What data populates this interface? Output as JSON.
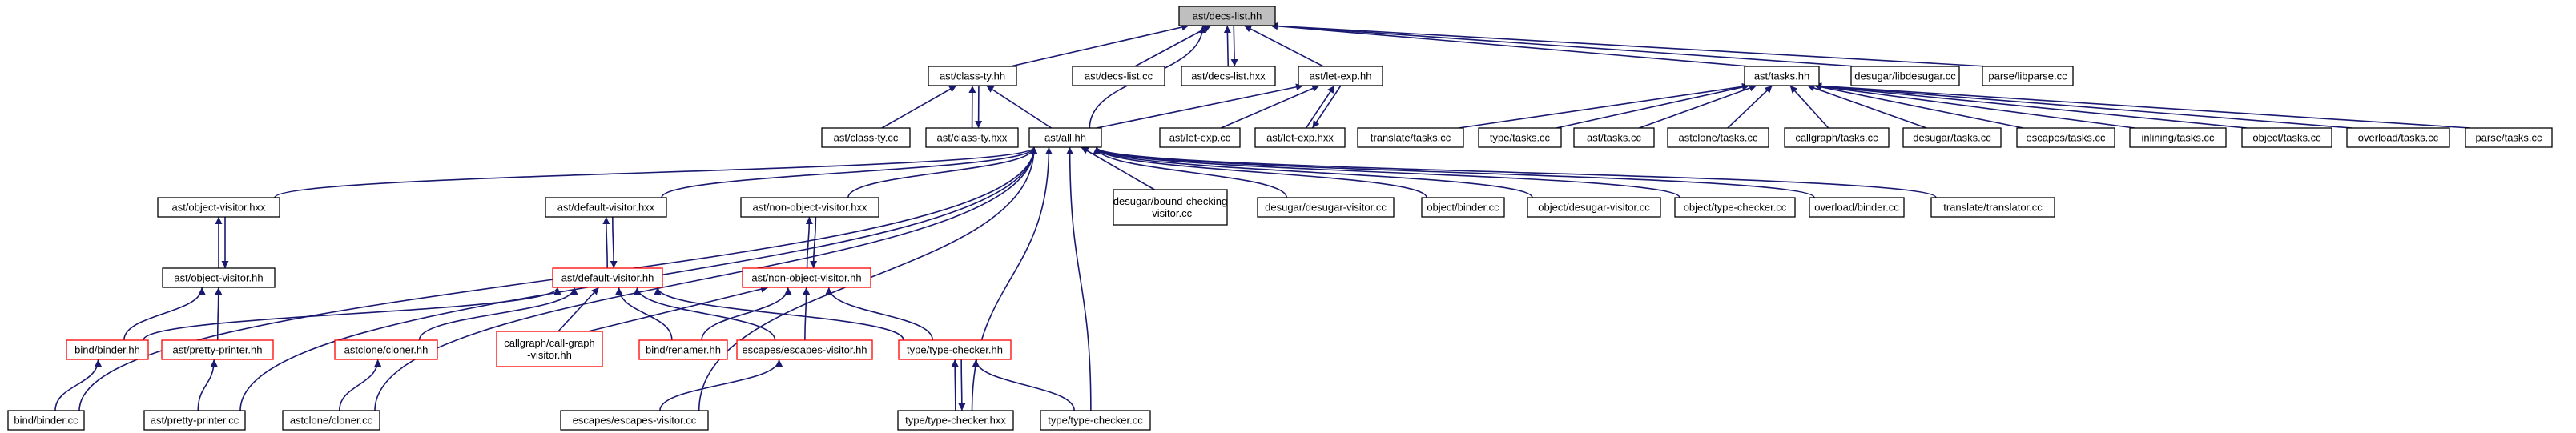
{
  "graph": {
    "current": "ast/decs-list.hh",
    "nodes": [
      {
        "id": "decs_list_hh",
        "label": [
          "ast/decs-list.hh"
        ],
        "current": true
      },
      {
        "id": "class_ty_hh",
        "label": [
          "ast/class-ty.hh"
        ]
      },
      {
        "id": "decs_list_cc",
        "label": [
          "ast/decs-list.cc"
        ]
      },
      {
        "id": "decs_list_hxx",
        "label": [
          "ast/decs-list.hxx"
        ]
      },
      {
        "id": "let_exp_hh",
        "label": [
          "ast/let-exp.hh"
        ]
      },
      {
        "id": "tasks_hh",
        "label": [
          "ast/tasks.hh"
        ]
      },
      {
        "id": "libdesugar_cc",
        "label": [
          "desugar/libdesugar.cc"
        ]
      },
      {
        "id": "libparse_cc",
        "label": [
          "parse/libparse.cc"
        ]
      },
      {
        "id": "class_ty_cc",
        "label": [
          "ast/class-ty.cc"
        ]
      },
      {
        "id": "class_ty_hxx",
        "label": [
          "ast/class-ty.hxx"
        ]
      },
      {
        "id": "all_hh",
        "label": [
          "ast/all.hh"
        ]
      },
      {
        "id": "let_exp_cc",
        "label": [
          "ast/let-exp.cc"
        ]
      },
      {
        "id": "let_exp_hxx",
        "label": [
          "ast/let-exp.hxx"
        ]
      },
      {
        "id": "translate_tasks_cc",
        "label": [
          "translate/tasks.cc"
        ]
      },
      {
        "id": "type_tasks_cc",
        "label": [
          "type/tasks.cc"
        ]
      },
      {
        "id": "ast_tasks_cc",
        "label": [
          "ast/tasks.cc"
        ]
      },
      {
        "id": "astclone_tasks_cc",
        "label": [
          "astclone/tasks.cc"
        ]
      },
      {
        "id": "callgraph_tasks_cc",
        "label": [
          "callgraph/tasks.cc"
        ]
      },
      {
        "id": "desugar_tasks_cc",
        "label": [
          "desugar/tasks.cc"
        ]
      },
      {
        "id": "escapes_tasks_cc",
        "label": [
          "escapes/tasks.cc"
        ]
      },
      {
        "id": "inlining_tasks_cc",
        "label": [
          "inlining/tasks.cc"
        ]
      },
      {
        "id": "object_tasks_cc",
        "label": [
          "object/tasks.cc"
        ]
      },
      {
        "id": "overload_tasks_cc",
        "label": [
          "overload/tasks.cc"
        ]
      },
      {
        "id": "parse_tasks_cc",
        "label": [
          "parse/tasks.cc"
        ]
      },
      {
        "id": "object_visitor_hxx",
        "label": [
          "ast/object-visitor.hxx"
        ]
      },
      {
        "id": "default_visitor_hxx",
        "label": [
          "ast/default-visitor.hxx"
        ]
      },
      {
        "id": "non_object_visitor_hxx",
        "label": [
          "ast/non-object-visitor.hxx"
        ]
      },
      {
        "id": "bound_checking_cc",
        "label": [
          "desugar/bound-checking",
          "-visitor.cc"
        ]
      },
      {
        "id": "desugar_visitor_cc",
        "label": [
          "desugar/desugar-visitor.cc"
        ]
      },
      {
        "id": "object_binder_cc",
        "label": [
          "object/binder.cc"
        ]
      },
      {
        "id": "object_desugar_visitor_cc",
        "label": [
          "object/desugar-visitor.cc"
        ]
      },
      {
        "id": "object_type_checker_cc",
        "label": [
          "object/type-checker.cc"
        ]
      },
      {
        "id": "overload_binder_cc",
        "label": [
          "overload/binder.cc"
        ]
      },
      {
        "id": "translator_cc",
        "label": [
          "translate/translator.cc"
        ]
      },
      {
        "id": "object_visitor_hh",
        "label": [
          "ast/object-visitor.hh"
        ]
      },
      {
        "id": "default_visitor_hh",
        "label": [
          "ast/default-visitor.hh"
        ],
        "red": true
      },
      {
        "id": "non_object_visitor_hh",
        "label": [
          "ast/non-object-visitor.hh"
        ],
        "red": true
      },
      {
        "id": "bind_binder_hh",
        "label": [
          "bind/binder.hh"
        ],
        "red": true
      },
      {
        "id": "pretty_printer_hh",
        "label": [
          "ast/pretty-printer.hh"
        ],
        "red": true
      },
      {
        "id": "cloner_hh",
        "label": [
          "astclone/cloner.hh"
        ],
        "red": true
      },
      {
        "id": "call_graph_visitor_hh",
        "label": [
          "callgraph/call-graph",
          "-visitor.hh"
        ],
        "red": true
      },
      {
        "id": "renamer_hh",
        "label": [
          "bind/renamer.hh"
        ],
        "red": true
      },
      {
        "id": "escapes_visitor_hh",
        "label": [
          "escapes/escapes-visitor.hh"
        ],
        "red": true
      },
      {
        "id": "type_checker_hh",
        "label": [
          "type/type-checker.hh"
        ],
        "red": true
      },
      {
        "id": "bind_binder_cc",
        "label": [
          "bind/binder.cc"
        ]
      },
      {
        "id": "pretty_printer_cc",
        "label": [
          "ast/pretty-printer.cc"
        ]
      },
      {
        "id": "cloner_cc",
        "label": [
          "astclone/cloner.cc"
        ]
      },
      {
        "id": "escapes_visitor_cc",
        "label": [
          "escapes/escapes-visitor.cc"
        ]
      },
      {
        "id": "type_checker_hxx",
        "label": [
          "type/type-checker.hxx"
        ]
      },
      {
        "id": "type_checker_cc",
        "label": [
          "type/type-checker.cc"
        ]
      }
    ],
    "edges": [
      [
        "class_ty_hh",
        "decs_list_hh"
      ],
      [
        "decs_list_cc",
        "decs_list_hh"
      ],
      [
        "decs_list_hxx",
        "decs_list_hh"
      ],
      [
        "decs_list_hh",
        "decs_list_hxx"
      ],
      [
        "let_exp_hh",
        "decs_list_hh"
      ],
      [
        "tasks_hh",
        "decs_list_hh"
      ],
      [
        "libdesugar_cc",
        "decs_list_hh"
      ],
      [
        "libparse_cc",
        "decs_list_hh"
      ],
      [
        "all_hh",
        "decs_list_hh"
      ],
      [
        "class_ty_cc",
        "class_ty_hh"
      ],
      [
        "class_ty_hxx",
        "class_ty_hh"
      ],
      [
        "class_ty_hh",
        "class_ty_hxx"
      ],
      [
        "all_hh",
        "class_ty_hh"
      ],
      [
        "let_exp_cc",
        "let_exp_hh"
      ],
      [
        "let_exp_hxx",
        "let_exp_hh"
      ],
      [
        "let_exp_hh",
        "let_exp_hxx"
      ],
      [
        "all_hh",
        "let_exp_hh"
      ],
      [
        "translate_tasks_cc",
        "tasks_hh"
      ],
      [
        "type_tasks_cc",
        "tasks_hh"
      ],
      [
        "ast_tasks_cc",
        "tasks_hh"
      ],
      [
        "astclone_tasks_cc",
        "tasks_hh"
      ],
      [
        "callgraph_tasks_cc",
        "tasks_hh"
      ],
      [
        "desugar_tasks_cc",
        "tasks_hh"
      ],
      [
        "escapes_tasks_cc",
        "tasks_hh"
      ],
      [
        "inlining_tasks_cc",
        "tasks_hh"
      ],
      [
        "object_tasks_cc",
        "tasks_hh"
      ],
      [
        "overload_tasks_cc",
        "tasks_hh"
      ],
      [
        "parse_tasks_cc",
        "tasks_hh"
      ],
      [
        "object_visitor_hxx",
        "all_hh"
      ],
      [
        "default_visitor_hxx",
        "all_hh"
      ],
      [
        "non_object_visitor_hxx",
        "all_hh"
      ],
      [
        "bound_checking_cc",
        "all_hh"
      ],
      [
        "desugar_visitor_cc",
        "all_hh"
      ],
      [
        "object_binder_cc",
        "all_hh"
      ],
      [
        "object_desugar_visitor_cc",
        "all_hh"
      ],
      [
        "object_type_checker_cc",
        "all_hh"
      ],
      [
        "overload_binder_cc",
        "all_hh"
      ],
      [
        "translator_cc",
        "all_hh"
      ],
      [
        "bind_binder_cc",
        "all_hh"
      ],
      [
        "pretty_printer_cc",
        "all_hh"
      ],
      [
        "cloner_cc",
        "all_hh"
      ],
      [
        "escapes_visitor_cc",
        "all_hh"
      ],
      [
        "type_checker_hxx",
        "all_hh"
      ],
      [
        "type_checker_cc",
        "all_hh"
      ],
      [
        "object_visitor_hh",
        "object_visitor_hxx"
      ],
      [
        "object_visitor_hxx",
        "object_visitor_hh"
      ],
      [
        "default_visitor_hh",
        "default_visitor_hxx"
      ],
      [
        "default_visitor_hxx",
        "default_visitor_hh"
      ],
      [
        "non_object_visitor_hh",
        "non_object_visitor_hxx"
      ],
      [
        "non_object_visitor_hxx",
        "non_object_visitor_hh"
      ],
      [
        "bind_binder_hh",
        "object_visitor_hh"
      ],
      [
        "pretty_printer_hh",
        "object_visitor_hh"
      ],
      [
        "bind_binder_hh",
        "default_visitor_hh"
      ],
      [
        "cloner_hh",
        "default_visitor_hh"
      ],
      [
        "call_graph_visitor_hh",
        "default_visitor_hh"
      ],
      [
        "renamer_hh",
        "default_visitor_hh"
      ],
      [
        "escapes_visitor_hh",
        "default_visitor_hh"
      ],
      [
        "type_checker_hh",
        "default_visitor_hh"
      ],
      [
        "call_graph_visitor_hh",
        "non_object_visitor_hh"
      ],
      [
        "renamer_hh",
        "non_object_visitor_hh"
      ],
      [
        "escapes_visitor_hh",
        "non_object_visitor_hh"
      ],
      [
        "type_checker_hh",
        "non_object_visitor_hh"
      ],
      [
        "bind_binder_cc",
        "bind_binder_hh"
      ],
      [
        "pretty_printer_cc",
        "pretty_printer_hh"
      ],
      [
        "cloner_cc",
        "cloner_hh"
      ],
      [
        "escapes_visitor_cc",
        "escapes_visitor_hh"
      ],
      [
        "type_checker_hxx",
        "type_checker_hh"
      ],
      [
        "type_checker_hh",
        "type_checker_hxx"
      ],
      [
        "type_checker_cc",
        "type_checker_hh"
      ]
    ]
  },
  "colors": {
    "edge": "#191970",
    "node_border": "#000000",
    "truncated_border": "#ff0000",
    "current_fill": "#bfbfbf",
    "background": "#ffffff"
  }
}
